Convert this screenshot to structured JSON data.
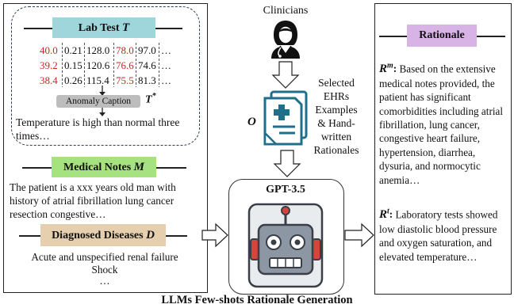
{
  "lab_panel": {
    "header_label": "Lab Test",
    "header_symbol": "T",
    "table": [
      [
        {
          "v": "40.0",
          "red": true
        },
        {
          "v": "0.21",
          "red": false
        },
        {
          "v": "128.0",
          "red": false
        },
        {
          "v": "78.0",
          "red": true
        },
        {
          "v": "97.0",
          "red": false
        },
        {
          "v": "…",
          "red": false
        }
      ],
      [
        {
          "v": "39.2",
          "red": true
        },
        {
          "v": "0.15",
          "red": false
        },
        {
          "v": "120.6",
          "red": false
        },
        {
          "v": "76.6",
          "red": true
        },
        {
          "v": "74.6",
          "red": false
        },
        {
          "v": "…",
          "red": false
        }
      ],
      [
        {
          "v": "38.4",
          "red": true
        },
        {
          "v": "0.26",
          "red": false
        },
        {
          "v": "115.4",
          "red": false
        },
        {
          "v": "75.5",
          "red": true
        },
        {
          "v": "81.3",
          "red": false
        },
        {
          "v": "…",
          "red": false
        }
      ]
    ],
    "anomaly_label": "Anomaly Caption",
    "anomaly_symbol": "T",
    "anomaly_sup": "*",
    "caption_text": "Temperature is high than normal three times…"
  },
  "medical_notes": {
    "header_label": "Medical Notes",
    "header_symbol": "M",
    "text": "The patient is a  xxx years old man with history of atrial fibrillation lung cancer resection congestive…"
  },
  "diagnosed": {
    "header_label": "Diagnosed Diseases",
    "header_symbol": "D",
    "line1": "Acute and unspecified renal failure",
    "line2": "Shock",
    "line3": "…"
  },
  "center": {
    "clinicians_label": "Clinicians",
    "selected_text": [
      "Selected",
      "EHRs",
      "Examples",
      "& Hand-",
      "written",
      "Rationales"
    ],
    "o_symbol": "O",
    "gpt_label": "GPT-3.5"
  },
  "rationale": {
    "header_label": "Rationale",
    "rm_symbol": "R",
    "rm_sup": "m",
    "rm_text": "Based on the extensive medical notes provided, the patient has significant comorbidities including atrial fibrillation, lung cancer, congestive heart failure, hypertension, diarrhea, dysuria, and normocytic anemia…",
    "rt_symbol": "R",
    "rt_sup": "t",
    "rt_text": "Laboratory tests showed low diastolic blood pressure and oxygen saturation, and elevated temperature…"
  },
  "footer_title": "LLMs Few-shots Rationale Generation",
  "colors": {
    "lab_header": "#9fd6dc",
    "notes_header": "#a6e27f",
    "diag_header": "#e6cfae",
    "rationale_header": "#d7b3e6",
    "anomaly_box": "#bdbdbd",
    "red": "#d42020",
    "dashed_border": "#2f3b57",
    "icon_blue": "#1f6f8b",
    "robot_gray": "#8c97a3",
    "robot_red": "#d6453b"
  }
}
